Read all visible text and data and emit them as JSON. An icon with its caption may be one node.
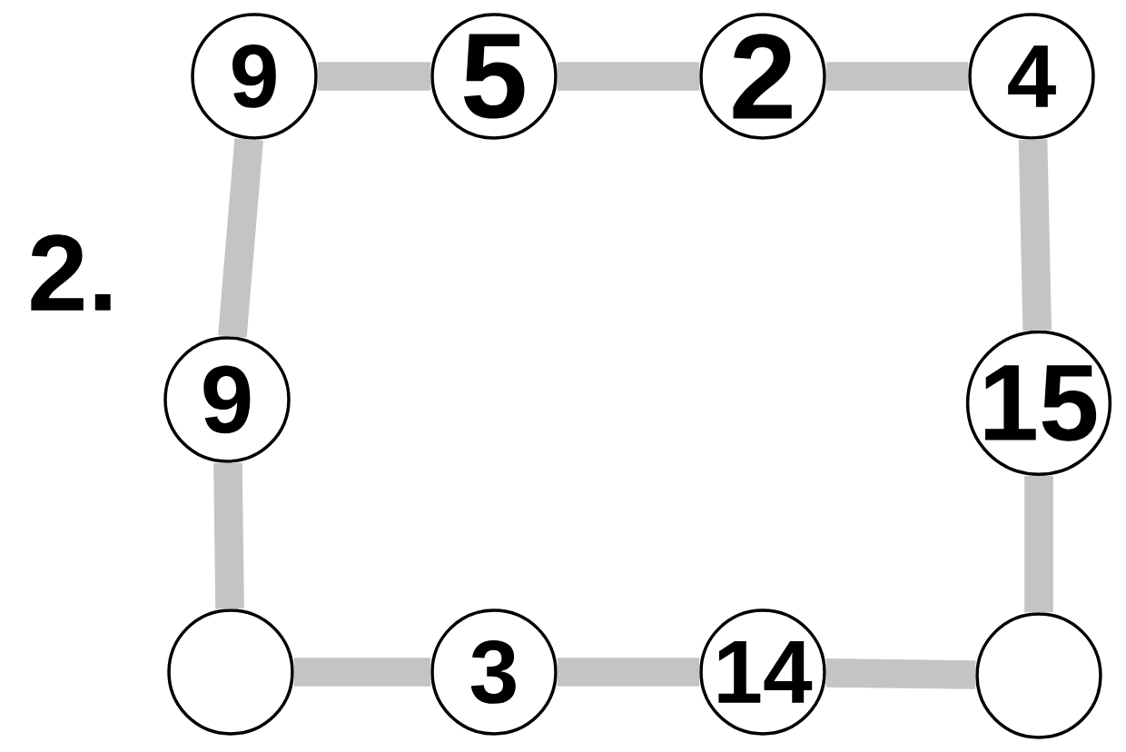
{
  "diagram": {
    "nodes": [
      {
        "text": [
          "9"
        ]
      },
      {
        "text": [
          "5"
        ]
      },
      {
        "text": [
          "2"
        ]
      },
      {
        "text": [
          "4"
        ]
      },
      {
        "text": [
          "9"
        ]
      },
      {
        "text": [
          "15"
        ]
      },
      {
        "text": [],
        "shape": "circle"
      },
      {
        "text": [
          "3"
        ]
      },
      {
        "text": [
          "14"
        ]
      },
      {
        "text": [],
        "shape": "circle"
      }
    ],
    "edges": [
      {
        "from": 0,
        "to": 1,
        "arrow": "none"
      },
      {
        "from": 1,
        "to": 2,
        "arrow": "none"
      },
      {
        "from": 2,
        "to": 3,
        "arrow": "none"
      },
      {
        "from": 0,
        "to": 4,
        "arrow": "none"
      },
      {
        "from": 3,
        "to": 5,
        "arrow": "none"
      },
      {
        "from": 4,
        "to": 6,
        "arrow": "none"
      },
      {
        "from": 5,
        "to": 9,
        "arrow": "none"
      },
      {
        "from": 6,
        "to": 7,
        "arrow": "none"
      },
      {
        "from": 7,
        "to": 8,
        "arrow": "none"
      },
      {
        "from": 8,
        "to": 9,
        "arrow": "none"
      }
    ],
    "labels": [
      "2."
    ]
  }
}
